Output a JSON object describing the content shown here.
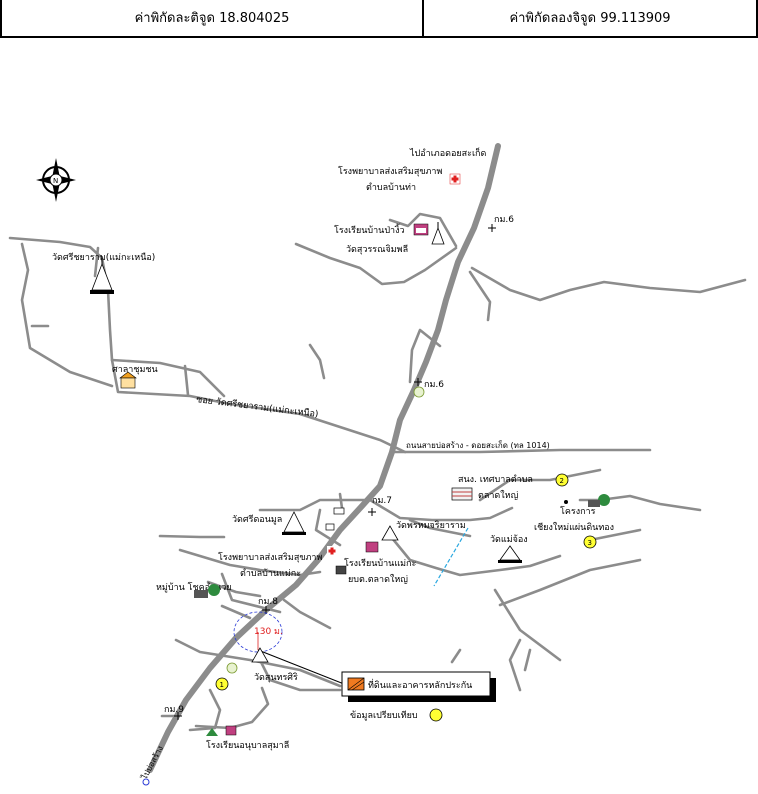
{
  "coordinates": {
    "latitude_label": "ค่าพิกัดละติจูด 18.804025",
    "longitude_label": "ค่าพิกัดลองจิจูด 99.113909"
  },
  "compass": {
    "north": "N",
    "icon": "north-arrow-icon"
  },
  "places": {
    "to_doi_saket": "ไปอำเภอดอยสะเก็ด",
    "hospital_ban_tha": "โรงพยาบาลส่งเสริมสุขภาพ",
    "hospital_ban_tha_sub": "ตำบลบ้านท่า",
    "km6_top": "กม.6",
    "school_ban_pa_ngiw": "โรงเรียนบ้านป่างิ้ว",
    "wat_suwan": "วัดสุวรรณจิมพลี",
    "wat_si_chai": "วัดศรีชยาราม(แม่กะเหนือ)",
    "sala": "ศาลาชุมชน",
    "km6_mid": "กม.6",
    "soi_label": "ซอย วัดศรีชยาราม(แม่กะเหนือ)",
    "highway_label": "ถนนสายบ่อสร้าง - ดอยสะเก็ด (ทล 1014)",
    "municipal_office": "สนง. เทศบาลตำบล",
    "municipal_office_sub": "ตลาดใหญ่",
    "km7": "กม.7",
    "wat_si_don_mun": "วัดศรีดอนมูล",
    "wat_phrom": "วัดพรหมจริยาราม",
    "project": "โครงการ",
    "project_sub": "เชียงใหม่แผ่นดินทอง",
    "wat_mae_jong": "วัดแม่จ้อง",
    "hospital_mae_ka": "โรงพยาบาลส่งเสริมสุขภาพ",
    "hospital_mae_ka_sub": "ตำบลบ้านแม่กะ",
    "school_mae_ka": "โรงเรียนบ้านแม่กะ",
    "post_office": "ยบต.ตลาดใหญ่",
    "village": "หมู่บ้าน โชคอำนวย",
    "km8": "กม.8",
    "distance": "130 ม.",
    "wat_sunthon": "วัดสุนทรศิริ",
    "km9": "กม.9",
    "school_anuban": "โรงเรียนอนุบาลสุมาลี",
    "to_bo_sang": "ไปบ่อสร้าง",
    "circle_1": "1",
    "circle_2": "2",
    "circle_3": "3"
  },
  "legend": {
    "property_label": "ที่ดินและอาคารหลักประกัน",
    "compare_label": "ข้อมูลเปรียบเทียบ",
    "property_color": "#f07a20",
    "compare_color": "#ffff33"
  },
  "colors": {
    "road": "#8c8c8c",
    "hospital_cross": "#e02020",
    "dashed_circle": "#2b3bd6",
    "distance_text": "#e02020",
    "canal": "#2aa8e0"
  }
}
